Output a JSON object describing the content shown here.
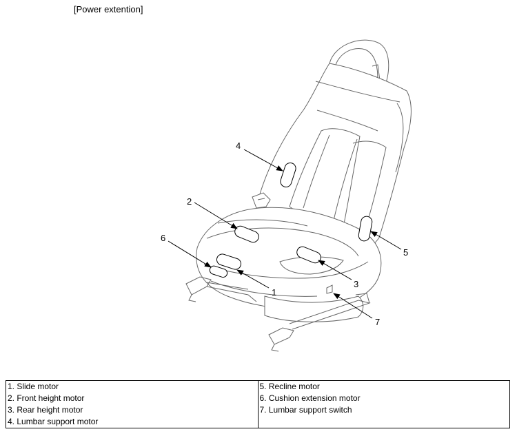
{
  "caption": "[Power extention]",
  "callouts": [
    "1",
    "2",
    "3",
    "4",
    "5",
    "6",
    "7"
  ],
  "legend": {
    "left": [
      "1. Slide motor",
      "2. Front height motor",
      "3. Rear height motor",
      "4. Lumbar support motor"
    ],
    "right": [
      "5. Recline motor",
      "6. Cushion extension motor",
      "7. Lumbar support switch"
    ]
  }
}
